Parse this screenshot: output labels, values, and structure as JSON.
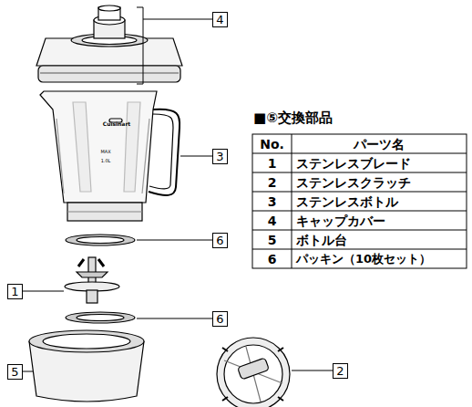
{
  "diagram": {
    "nodes": [
      {
        "text": [
          "4"
        ]
      },
      {
        "text": [
          "3"
        ]
      },
      {
        "text": [
          "6"
        ]
      },
      {
        "text": [
          "1"
        ]
      },
      {
        "text": [
          "6"
        ]
      },
      {
        "text": [
          "5"
        ]
      },
      {
        "text": [
          "2"
        ]
      }
    ],
    "labels": [
      "■⑤交換部品",
      "No.",
      "パーツ名",
      "1",
      "ステンレスブレード",
      "2",
      "ステンレスクラッチ",
      "3",
      "ステンレスボトル",
      "4",
      "キャップカバー",
      "5",
      "ボトル台",
      "6",
      "パッキン（10枚セット）",
      "Cuisinart",
      "MAX",
      "1.0L"
    ]
  }
}
